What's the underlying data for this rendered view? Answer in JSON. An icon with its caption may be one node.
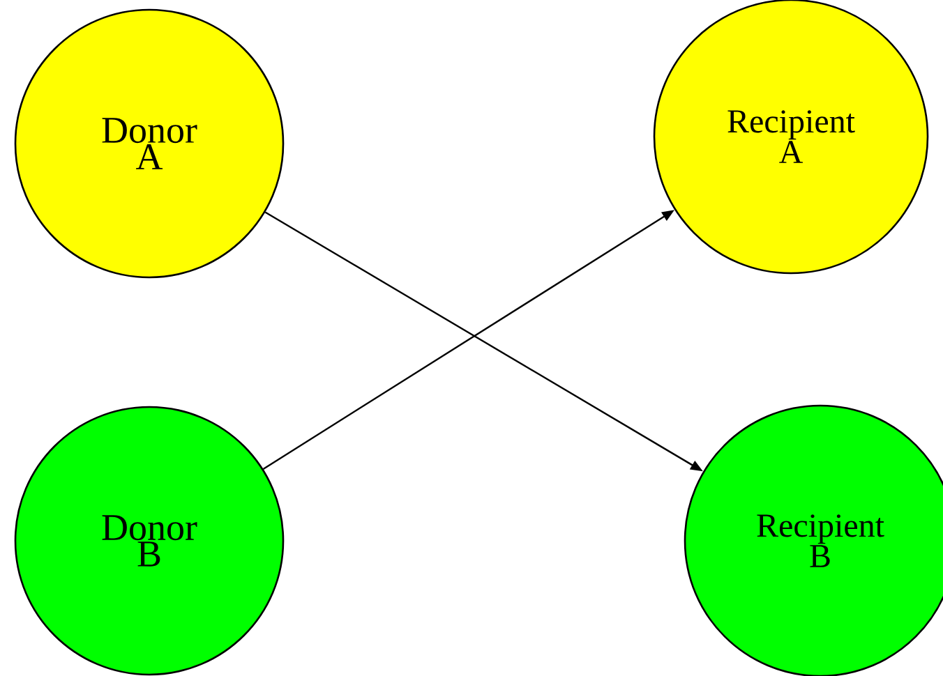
{
  "diagram": {
    "nodes": [
      {
        "text": [
          "Donor A"
        ]
      },
      {
        "text": [
          "Recipient A"
        ]
      },
      {
        "text": [
          "Donor B"
        ]
      },
      {
        "text": [
          "Recipient B"
        ]
      }
    ],
    "edges": [
      {
        "from": 0,
        "to": 3,
        "arrow": "to"
      },
      {
        "from": 2,
        "to": 1,
        "arrow": "to"
      }
    ]
  }
}
